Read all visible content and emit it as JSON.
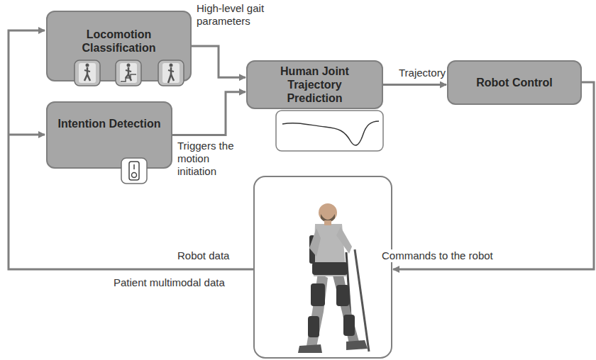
{
  "diagram": {
    "nodes": [
      {
        "text": [
          "Locomotion Classification"
        ]
      },
      {
        "text": [
          "Intention Detection"
        ]
      },
      {
        "text": [
          "Human Joint Trajectory Prediction"
        ]
      },
      {
        "text": [
          "Robot Control"
        ]
      }
    ],
    "edges": [
      {
        "from": 0,
        "to": 2,
        "arrow": "to",
        "label": "High-level gait parameters"
      },
      {
        "from": 1,
        "to": 2,
        "arrow": "to",
        "label": "Triggers the motion initiation"
      },
      {
        "from": 2,
        "to": 3,
        "arrow": "to",
        "label": "Trajectory"
      }
    ],
    "labels": [
      "Robot data",
      "Patient multimodal data",
      "Commands to the robot"
    ]
  }
}
